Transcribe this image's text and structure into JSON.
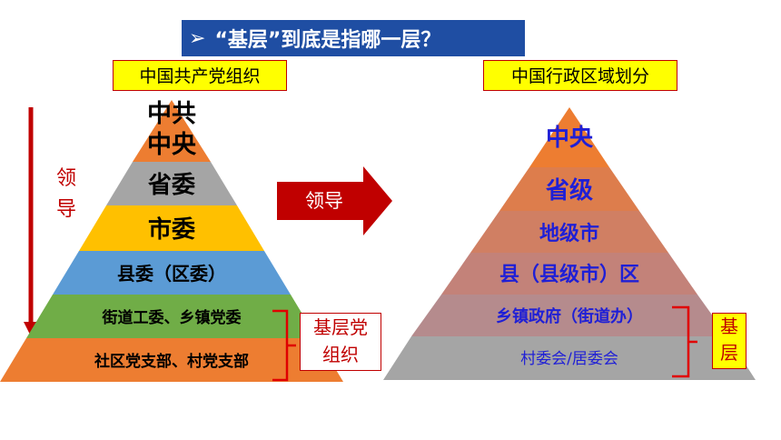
{
  "title": "“基层”到底是指哪一层？",
  "title_icon": "arrowhead-bullet",
  "left": {
    "header": "中国共产党组织",
    "leader_label": [
      "领",
      "导"
    ],
    "levels": [
      {
        "label1": "中共",
        "label2": "中央",
        "color": "#ed7d31"
      },
      {
        "label": "省委",
        "color": "#a5a5a5"
      },
      {
        "label": "市委",
        "color": "#ffc000"
      },
      {
        "label": "县委（区委）",
        "color": "#5b9bd5"
      },
      {
        "label": "街道工委、乡镇党委",
        "color": "#70ad47"
      },
      {
        "label": "社区党支部、村党支部",
        "color": "#ed7d31"
      }
    ],
    "grassroots_label": [
      "基层党",
      "组织"
    ]
  },
  "middle_arrow": {
    "label": "领导",
    "color": "#c00000"
  },
  "right": {
    "header": "中国行政区域划分",
    "levels": [
      {
        "label": "中央",
        "color": "#ed7d31"
      },
      {
        "label": "省级",
        "color": "#dd7d4c"
      },
      {
        "label": "地级市",
        "color": "#d07f63"
      },
      {
        "label": "县（县级市）区",
        "color": "#c38279"
      },
      {
        "label": "乡镇政府（街道办）",
        "color": "#b58b8d"
      },
      {
        "label": "村委会/居委会",
        "color": "#a5a5a5"
      }
    ],
    "grassroots_label": [
      "基",
      "层"
    ]
  }
}
